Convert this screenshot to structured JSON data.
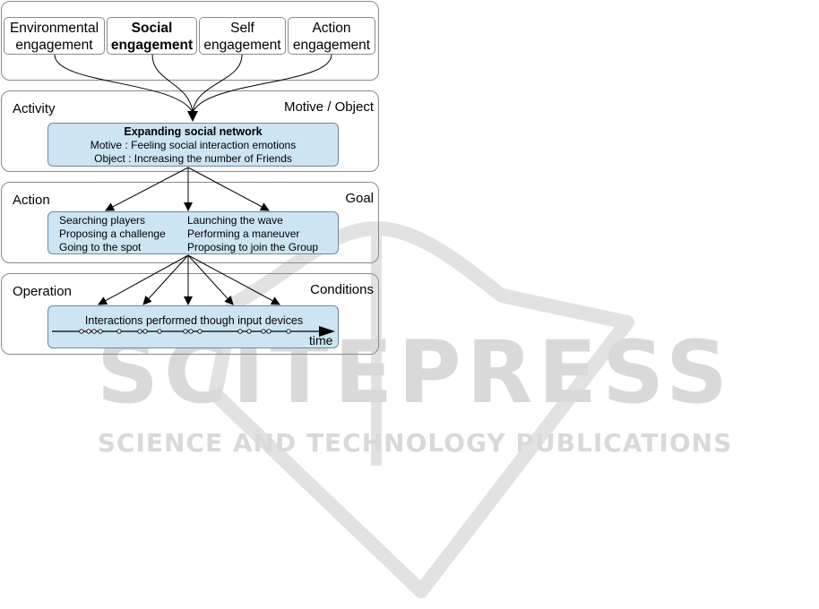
{
  "watermark": {
    "brand": "SCITEPRESS",
    "tagline": "SCIENCE AND TECHNOLOGY PUBLICATIONS"
  },
  "engagement": {
    "boxes": [
      {
        "line1": "Environmental",
        "line2": "engagement",
        "bold": false
      },
      {
        "line1": "Social",
        "line2": "engagement",
        "bold": true
      },
      {
        "line1": "Self",
        "line2": "engagement",
        "bold": false
      },
      {
        "line1": "Action",
        "line2": "engagement",
        "bold": false
      }
    ]
  },
  "activity": {
    "left_label": "Activity",
    "right_label": "Motive / Object",
    "title": "Expanding social network",
    "motive": "Motive : Feeling social interaction emotions",
    "object": "Object : Increasing the number of Friends"
  },
  "action": {
    "left_label": "Action",
    "right_label": "Goal",
    "left_items": [
      "Searching players",
      "Proposing a challenge",
      "Going to the spot"
    ],
    "right_items": [
      "Launching the wave",
      "Performing a maneuver",
      "Proposing to join the Group"
    ]
  },
  "operation": {
    "left_label": "Operation",
    "right_label": "Conditions",
    "text": "Interactions performed though input devices",
    "axis_label": "time"
  },
  "colors": {
    "box_fill": "#cde4f3",
    "border": "#8a8a8a",
    "watermark": "#d9d9d9"
  }
}
